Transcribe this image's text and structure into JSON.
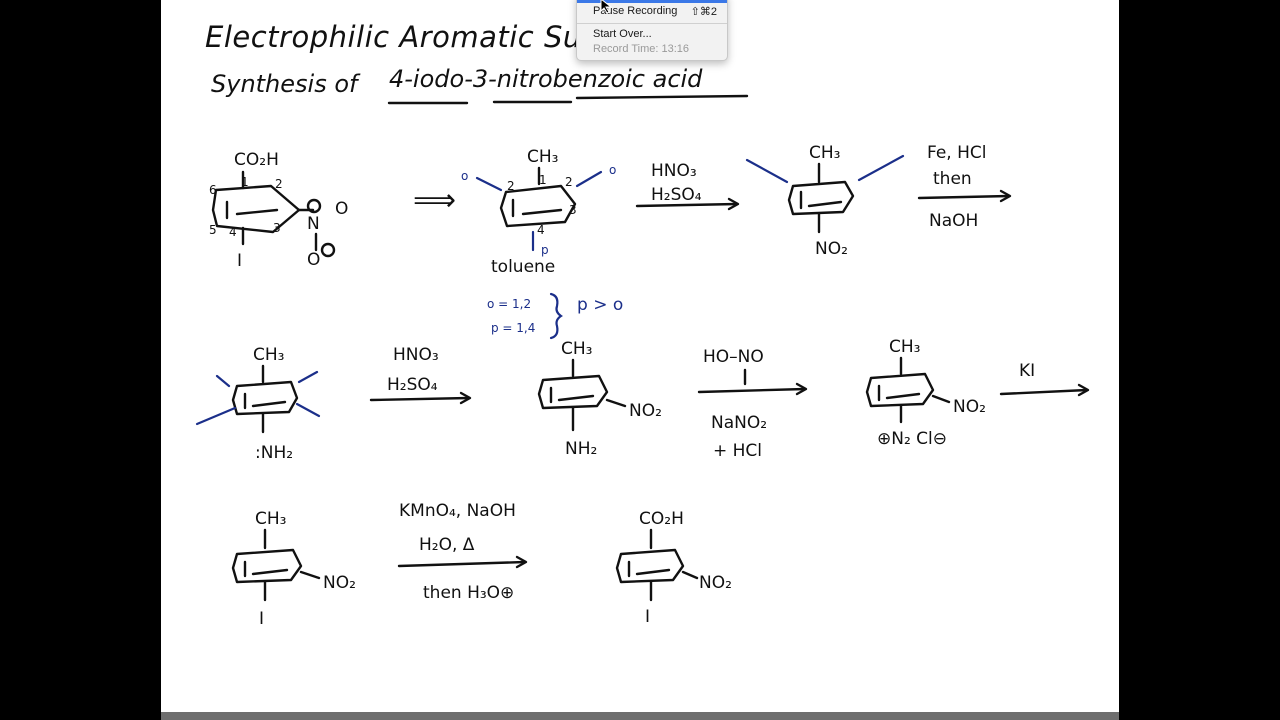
{
  "menu": {
    "pause_label": "Pause Recording",
    "pause_shortcut": "⇧⌘2",
    "start_over_label": "Start Over...",
    "record_time": "Record Time: 13:16"
  },
  "board": {
    "title": "Electrophilic Aromatic Sub",
    "subtitle_prefix": "Synthesis of",
    "subtitle_target": "4-iodo-3-nitrobenzoic acid",
    "row1": {
      "target_top": "CO₂H",
      "target_nitro_n": "N",
      "target_nitro_o1": "O",
      "target_nitro_o2": "O",
      "target_bottom": "I",
      "num_1": "1",
      "num_2": "2",
      "num_3": "3",
      "num_4": "4",
      "num_5": "5",
      "num_6": "6",
      "retro_arrow": "⟹",
      "toluene_top": "CH₃",
      "toluene_label": "toluene",
      "ortho_left": "o",
      "ortho_right": "o",
      "para_label": "p",
      "tol_num_1": "1",
      "tol_num_2a": "2",
      "tol_num_2b": "2",
      "tol_num_3": "3",
      "tol_num_4": "4",
      "reagent1_top": "HNO₃",
      "reagent1_bottom": "H₂SO₄",
      "nitrotoluene_top": "CH₃",
      "nitrotoluene_bottom": "NO₂",
      "reagent2_top": "Fe, HCl",
      "reagent2_mid": "then",
      "reagent2_bottom": "NaOH",
      "note_line1": "o = 1,2",
      "note_line2": "p = 1,4",
      "note_result": "p > o"
    },
    "row2": {
      "toluidine_top": "CH₃",
      "toluidine_bottom": ":NH₂",
      "reagent3_top": "HNO₃",
      "reagent3_bottom": "H₂SO₄",
      "nitroamine_top": "CH₃",
      "nitroamine_right": "NO₂",
      "nitroamine_bottom": "NH₂",
      "nitrous_acid": "HO–NO",
      "reagent4_top": "NaNO₂",
      "reagent4_bottom": "+ HCl",
      "diazo_top": "CH₃",
      "diazo_right": "NO₂",
      "diazo_bottom": "⊕N₂ Cl⊖",
      "reagent5": "KI"
    },
    "row3": {
      "iodo_top": "CH₃",
      "iodo_right": "NO₂",
      "iodo_bottom": "I",
      "reagent6_top": "KMnO₄, NaOH",
      "reagent6_mid": "H₂O, Δ",
      "reagent6_bottom": "then H₃O⊕",
      "product_top": "CO₂H",
      "product_right": "NO₂",
      "product_bottom": "I"
    }
  },
  "colors": {
    "ink": "#111111",
    "annotation_blue": "#1b2f8a",
    "menu_highlight": "#3b78e7"
  }
}
